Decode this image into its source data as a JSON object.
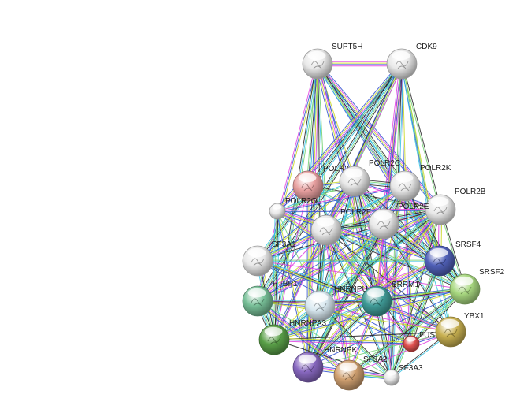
{
  "network": {
    "nodes": [
      {
        "id": "SUPT5H",
        "label": "SUPT5H",
        "color": "#e8e8e8"
      },
      {
        "id": "CDK9",
        "label": "CDK9",
        "color": "#e8e8e8"
      },
      {
        "id": "POLR2A",
        "label": "POLR2A",
        "color": "#e8a0a0"
      },
      {
        "id": "POLR2C",
        "label": "POLR2C",
        "color": "#e8e8e8"
      },
      {
        "id": "POLR2K",
        "label": "POLR2K",
        "color": "#e8e8e8"
      },
      {
        "id": "POLR2B",
        "label": "POLR2B",
        "color": "#e8e8e8"
      },
      {
        "id": "POLR2G",
        "label": "POLR2G",
        "color": "#e8e8e8"
      },
      {
        "id": "POLR2F",
        "label": "POLR2F",
        "color": "#e8e8e8"
      },
      {
        "id": "POLR2E",
        "label": "POLR2E",
        "color": "#e8e8e8"
      },
      {
        "id": "SF3A1",
        "label": "SF3A1",
        "color": "#e8e8e8"
      },
      {
        "id": "SRSF4",
        "label": "SRSF4",
        "color": "#5060b8"
      },
      {
        "id": "SRSF2",
        "label": "SRSF2",
        "color": "#a8d880"
      },
      {
        "id": "PTBP1",
        "label": "PTBP1",
        "color": "#78c098"
      },
      {
        "id": "HNRNPU",
        "label": "HNRNPU",
        "color": "#d8e8f0"
      },
      {
        "id": "SRRM1",
        "label": "SRRM1",
        "color": "#409c98"
      },
      {
        "id": "YBX1",
        "label": "YBX1",
        "color": "#c8b050"
      },
      {
        "id": "HNRNPA3",
        "label": "HNRNPA3",
        "color": "#5aa048"
      },
      {
        "id": "FUS",
        "label": "FUS",
        "color": "#e05050"
      },
      {
        "id": "HNRNPK",
        "label": "HNRNPK",
        "color": "#8868c0"
      },
      {
        "id": "SF3A2",
        "label": "SF3A2",
        "color": "#d0a070"
      },
      {
        "id": "SF3A3",
        "label": "SF3A3",
        "color": "#e8e8e8"
      }
    ],
    "edge_colors": [
      "#e040e0",
      "#30c0e0",
      "#c8d820",
      "#202020",
      "#3050d0",
      "#70d070"
    ]
  }
}
